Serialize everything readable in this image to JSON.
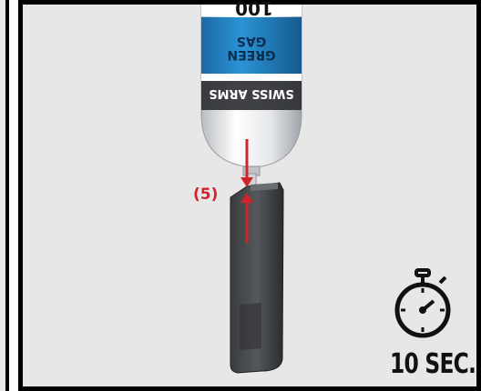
{
  "step": {
    "label": "(5)"
  },
  "can": {
    "brand_label": "SWISS ARMS",
    "gas_label": "GREEN GAS",
    "top_text": "100"
  },
  "timer": {
    "text": "10 SEC.",
    "icon": "stopwatch-icon"
  },
  "colors": {
    "arrow": "#d1232c",
    "can_blue": "#1a7fc1",
    "panel_bg": "#e7e7e7",
    "border": "#000000"
  }
}
